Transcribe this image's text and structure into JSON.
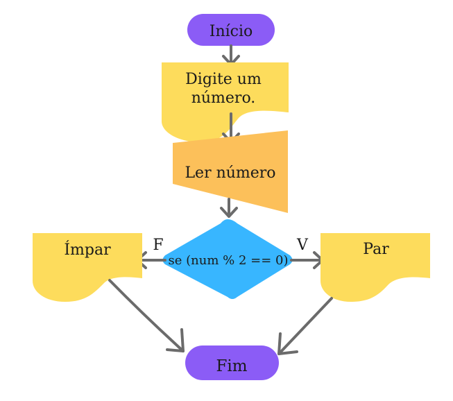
{
  "diagram": {
    "nodes": {
      "start": {
        "label": "Início",
        "color": "#8b5cf6"
      },
      "prompt": {
        "line1": "Digite um",
        "line2": "número.",
        "color": "#fddc5c"
      },
      "read": {
        "label": "Ler número",
        "color": "#fcc05a"
      },
      "decision": {
        "label": "se (num % 2 == 0)",
        "color": "#38b6ff"
      },
      "odd": {
        "label": "Ímpar",
        "color": "#fddc5c"
      },
      "even": {
        "label": "Par",
        "color": "#fddc5c"
      },
      "end": {
        "label": "Fim",
        "color": "#8b5cf6"
      }
    },
    "edges": {
      "false_label": "F",
      "true_label": "V"
    },
    "arrow_color": "#6b6b6b"
  }
}
